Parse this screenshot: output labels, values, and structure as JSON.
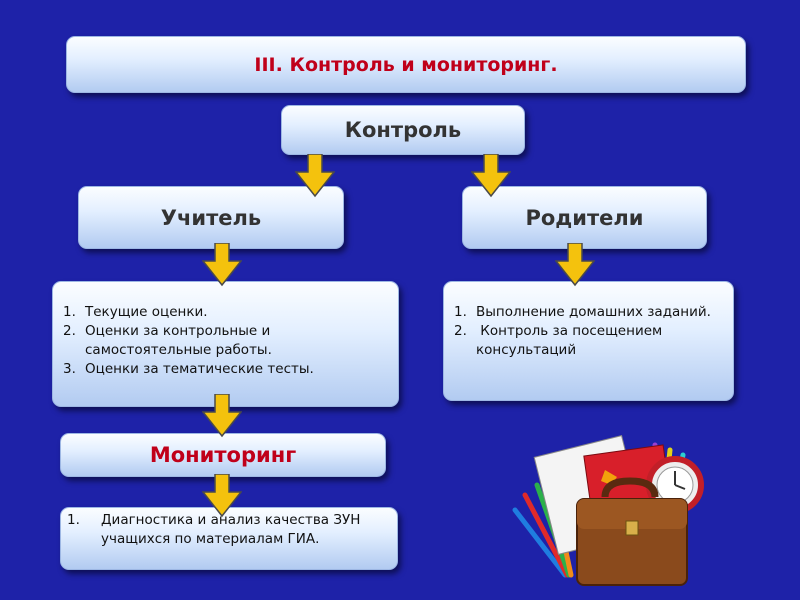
{
  "title": "III. Контроль и мониторинг.",
  "control": "Контроль",
  "teacher": "Учитель",
  "parents": "Родители",
  "teacher_items": [
    "Текущие оценки.",
    "Оценки за контрольные и самостоятельные работы.",
    "Оценки за тематические тесты."
  ],
  "parent_items": [
    "Выполнение домашних заданий.",
    " Контроль за посещением консультаций"
  ],
  "monitoring": "Мониторинг",
  "monitoring_items": [
    "Диагностика и анализ качества ЗУН учащихся по материалам ГИА."
  ],
  "numbers": [
    "1.",
    "2.",
    "3."
  ],
  "colors": {
    "background": "#1e22a8",
    "accent_red": "#c0001a",
    "arrow_fill": "#f4c20d"
  },
  "icons": [
    "down-arrow-icon",
    "school-supplies-illustration"
  ]
}
